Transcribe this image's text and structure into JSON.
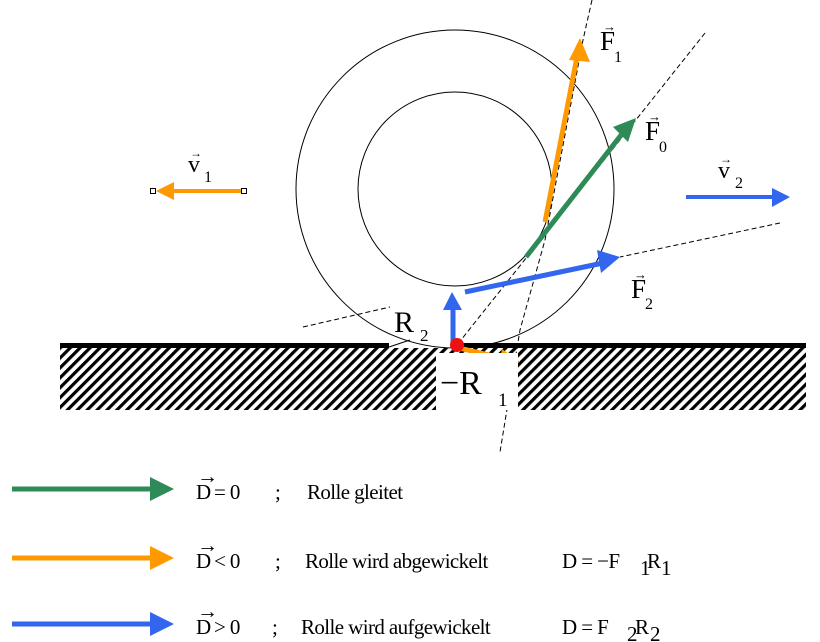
{
  "colors": {
    "green": "#2e8b57",
    "orange": "#ff9900",
    "blue": "#3366ee",
    "contact_point": "#ee1111",
    "line": "#000000"
  },
  "labels": {
    "F1": "F",
    "F1_sub": "1",
    "F0": "F",
    "F0_sub": "0",
    "F2": "F",
    "F2_sub": "2",
    "v1": "v",
    "v1_sub": "1",
    "v2": "v",
    "v2_sub": "2",
    "R2": "R",
    "R2_sub": "2",
    "R1": "−R",
    "R1_sub": "1"
  },
  "legend": [
    {
      "color": "green",
      "vec": "D",
      "relation": "= 0",
      "sep": ";",
      "description": "Rolle gleitet",
      "formula": "",
      "formula_sub1": "",
      "formula_mid": "",
      "formula_sub2": ""
    },
    {
      "color": "orange",
      "vec": "D",
      "relation": "< 0",
      "sep": ";",
      "description": "Rolle wird abgewickelt",
      "formula": "D = −F",
      "formula_sub1": "1",
      "formula_mid": "R",
      "formula_sub2": "1"
    },
    {
      "color": "blue",
      "vec": "D",
      "relation": "> 0",
      "sep": ";",
      "description": "Rolle wird aufgewickelt",
      "formula": "D = F",
      "formula_sub1": "2",
      "formula_mid": "R",
      "formula_sub2": "2"
    }
  ]
}
